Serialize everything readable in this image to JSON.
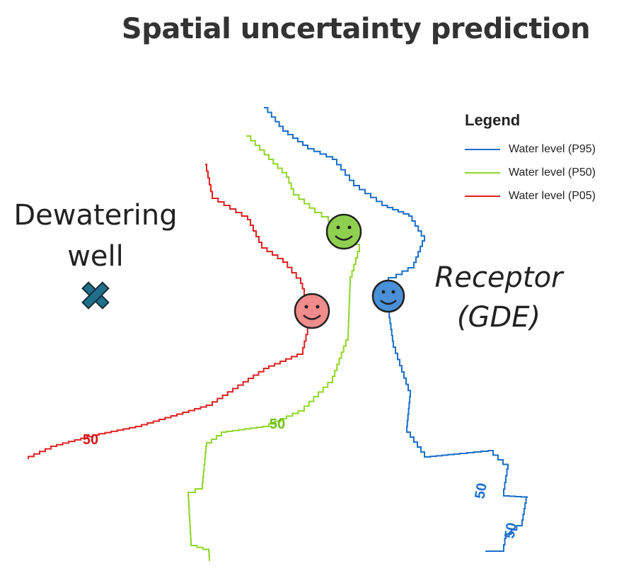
{
  "title": "Spatial uncertainty prediction",
  "legend": {
    "title": "Legend",
    "items": [
      {
        "label": "Water level (P95)",
        "color": "#1a6fc9"
      },
      {
        "label": "Water level (P50)",
        "color": "#8fd62a"
      },
      {
        "label": "Water level (P05)",
        "color": "#e02020"
      }
    ]
  },
  "labels": {
    "well_line1": "Dewatering",
    "well_line2": "well",
    "receptor_line1": "Receptor",
    "receptor_line2": "(GDE)"
  },
  "contour_labels": {
    "p05": "50",
    "p50": "50",
    "p95_a": "50",
    "p95_b": "50"
  },
  "markers": {
    "p95_color": "#4a90d9",
    "p50_color": "#8fd14f",
    "p05_color": "#f28b8b",
    "well_color": "#1f6f8b"
  }
}
